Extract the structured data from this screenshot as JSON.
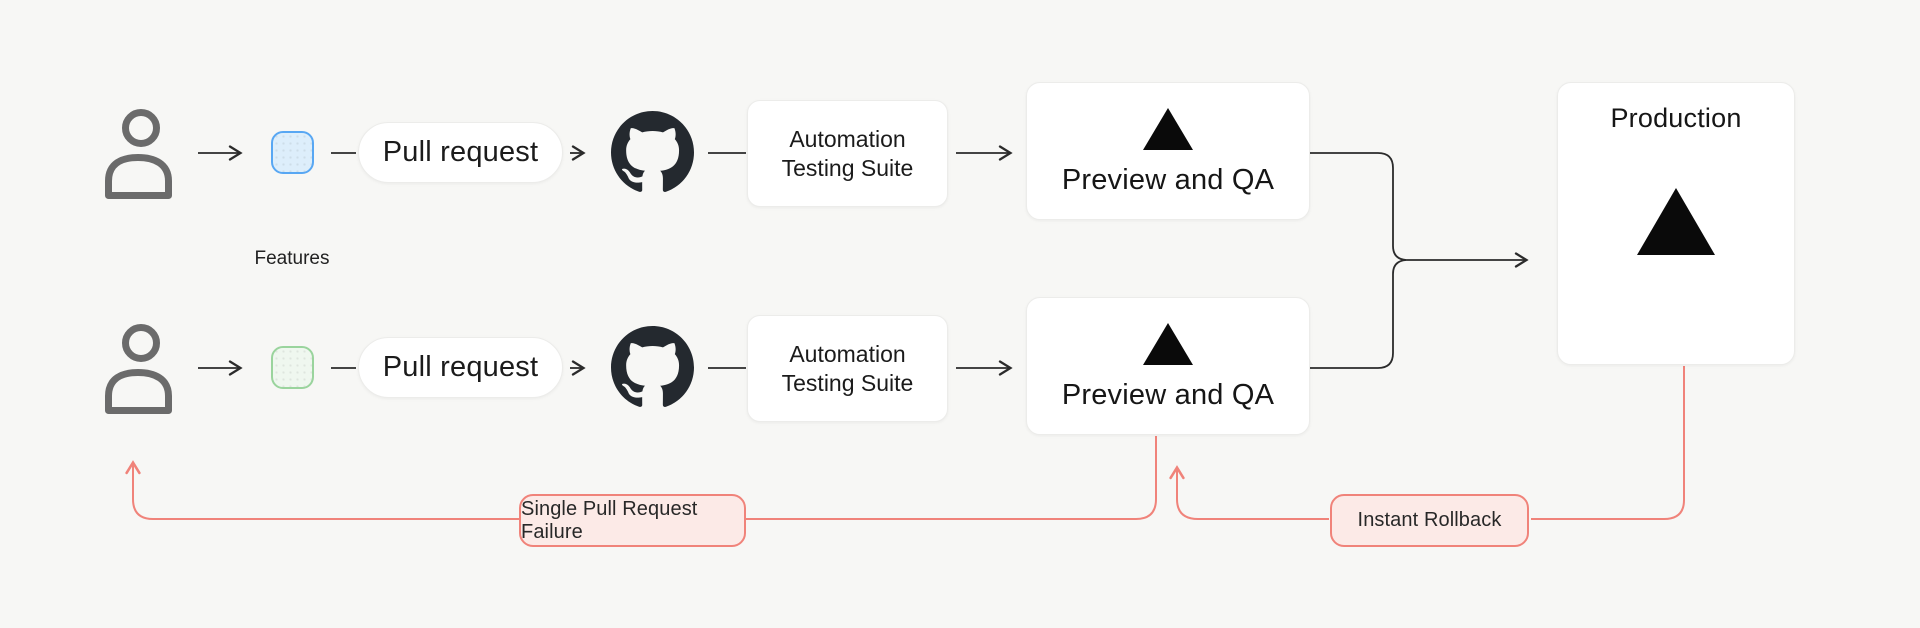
{
  "diagram": {
    "title_semantic": "feature-branch-deployment-workflow",
    "background_color": "#f7f7f5",
    "features_label": "Features",
    "rows": [
      {
        "developer_icon": "person-icon",
        "branch_node": "feature-branch-node-blue",
        "branch_node_fill": "#ddeefb",
        "branch_node_border": "#58a7f3",
        "pull_request_label": "Pull request",
        "repo_icon": "github-icon",
        "automation_line1": "Automation",
        "automation_line2": "Testing Suite",
        "deploy_icon": "vercel-triangle-icon",
        "preview_label": "Preview and QA"
      },
      {
        "developer_icon": "person-icon",
        "branch_node": "feature-branch-node-green",
        "branch_node_fill": "#eff7ef",
        "branch_node_border": "#9ad49d",
        "pull_request_label": "Pull request",
        "repo_icon": "github-icon",
        "automation_line1": "Automation",
        "automation_line2": "Testing Suite",
        "deploy_icon": "vercel-triangle-icon",
        "preview_label": "Preview and QA"
      }
    ],
    "production": {
      "title": "Production",
      "deploy_icon": "vercel-triangle-icon"
    },
    "feedback": {
      "single_failure_label": "Single Pull Request Failure",
      "instant_rollback_label": "Instant Rollback"
    },
    "colors": {
      "connector": "#2b2b2b",
      "failure_line": "#f0837a",
      "failure_badge_bg": "#fceae7",
      "box_bg": "#ffffff",
      "box_border": "#ececea",
      "text": "#1b1b1b",
      "person_gray": "#6b6b6b",
      "github_dark": "#24292f",
      "triangle_black": "#0a0a0a"
    }
  }
}
